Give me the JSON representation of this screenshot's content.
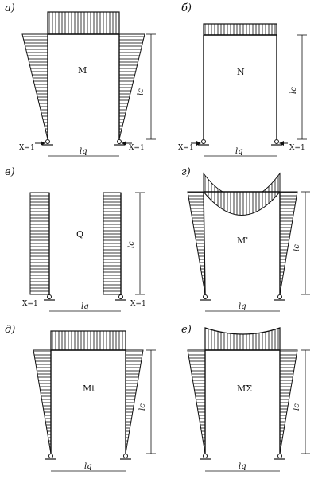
{
  "panels": [
    {
      "id": "a",
      "label": "a)",
      "diagram": "M",
      "force": "X=1",
      "length_label": "lq",
      "height_label": "lc",
      "beam": "rect"
    },
    {
      "id": "b",
      "label": "б)",
      "diagram": "N",
      "force": "X=1",
      "length_label": "lq",
      "height_label": "lc",
      "beam": "rect"
    },
    {
      "id": "v",
      "label": "в)",
      "diagram": "Q",
      "force": "X=1",
      "length_label": "lq",
      "height_label": "lc",
      "beam": "none"
    },
    {
      "id": "g",
      "label": "г)",
      "diagram": "M'",
      "force": "",
      "length_label": "lq",
      "height_label": "lc",
      "beam": "parabola"
    },
    {
      "id": "d",
      "label": "д)",
      "diagram": "Mt",
      "force": "",
      "length_label": "lq",
      "height_label": "lc",
      "beam": "rect"
    },
    {
      "id": "e",
      "label": "е)",
      "diagram": "MΣ",
      "force": "",
      "length_label": "lq",
      "height_label": "lc",
      "beam": "concave"
    }
  ]
}
